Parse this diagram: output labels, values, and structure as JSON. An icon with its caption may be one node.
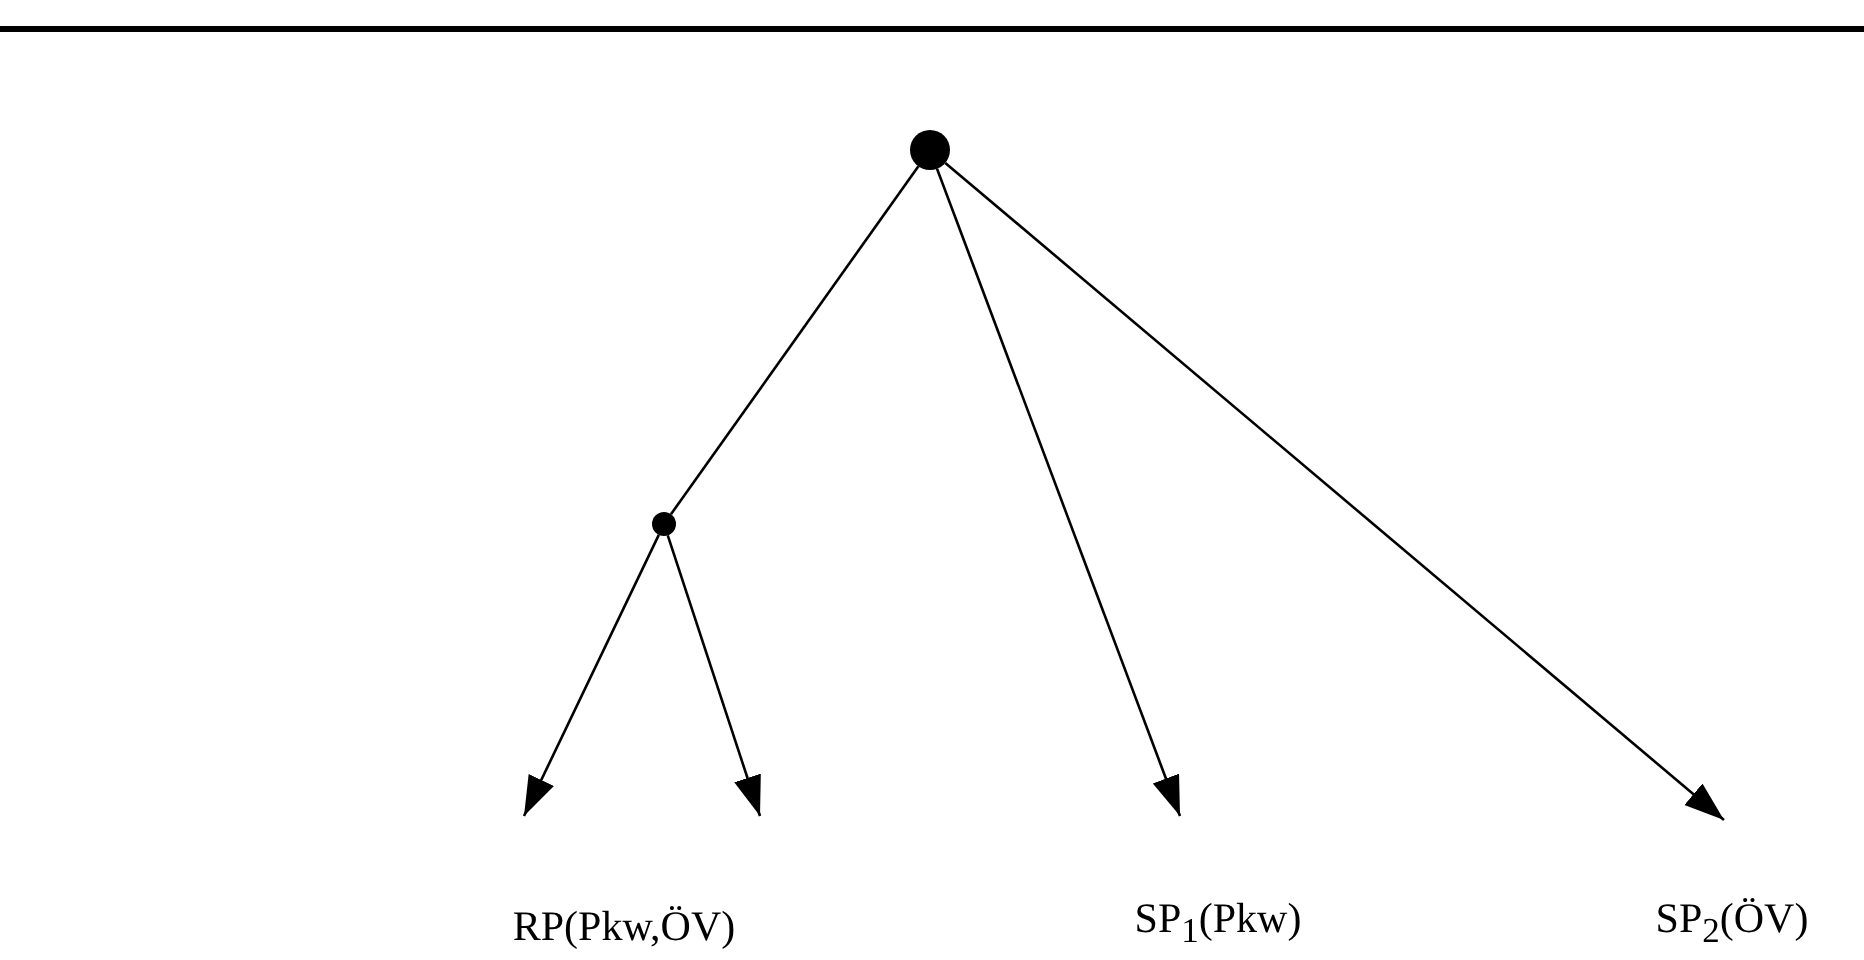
{
  "diagram": {
    "nodes": [
      {
        "text": [],
        "shape": "circle"
      },
      {
        "text": [],
        "shape": "circle"
      },
      {
        "text": [
          "RP(Pkw,ÖV)"
        ]
      },
      {
        "text": [
          "SP$_{1}$(Pkw)"
        ]
      },
      {
        "text": [
          "SP$_{2}$(ÖV)"
        ]
      }
    ],
    "edges": [
      {
        "from": 0,
        "to": 1,
        "arrow": "none"
      },
      {
        "from": 1,
        "to": 2,
        "arrow": "to"
      },
      {
        "from": 1,
        "to": 2,
        "arrow": "to"
      },
      {
        "from": 0,
        "to": 3,
        "arrow": "to"
      },
      {
        "from": 0,
        "to": 4,
        "arrow": "to"
      }
    ]
  }
}
